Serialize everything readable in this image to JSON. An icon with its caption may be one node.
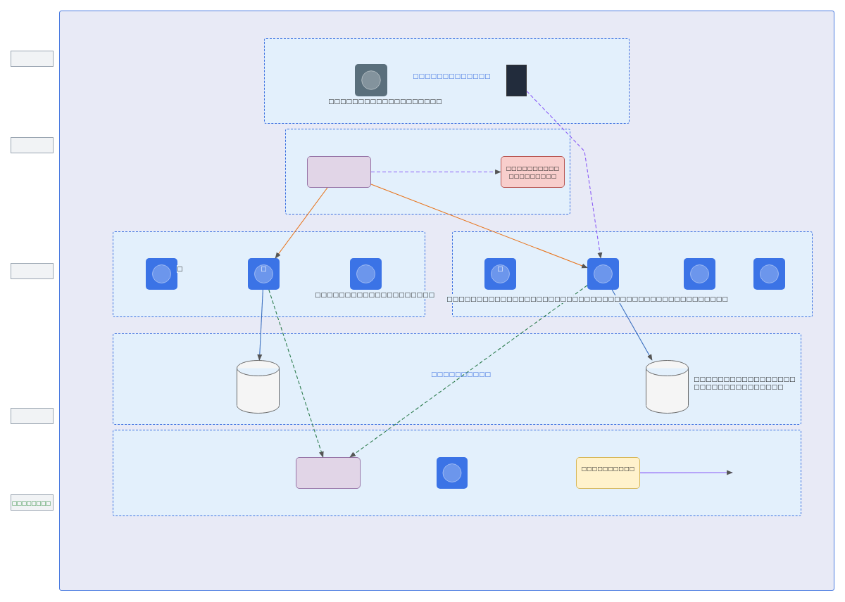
{
  "diagram": {
    "nodes": [
      {
        "text": [],
        "shape": "box"
      },
      {
        "text": [],
        "shape": "box"
      },
      {
        "text": [],
        "shape": "box"
      },
      {
        "text": [],
        "shape": "box"
      },
      {
        "text": [
          "□□□□□□□□"
        ]
      },
      {
        "text": [],
        "shape": "box"
      },
      {
        "text": [
          "□□□□□□□□□□□□□"
        ],
        "in": 5
      },
      {
        "text": [],
        "shape": "picture",
        "in": 6,
        "beside": [
          "□□□□□□□□□□□□□□□□□□□"
        ]
      },
      {
        "text": [],
        "shape": "box",
        "in": 6
      },
      {
        "text": [],
        "shape": "box",
        "in": 5
      },
      {
        "text": [],
        "shape": "box",
        "in": 9
      },
      {
        "text": [
          "□□□□□□□□□□□□□□□□□□□"
        ],
        "in": 9
      },
      {
        "text": [],
        "shape": "box",
        "in": 5
      },
      {
        "text": [],
        "shape": "picture",
        "in": 12,
        "beside": [
          "□"
        ]
      },
      {
        "text": [
          "□"
        ],
        "in": 12
      },
      {
        "text": [],
        "shape": "picture",
        "in": 12,
        "beside": [
          "□□□□□□□□□□□□□□□□□□□□"
        ]
      },
      {
        "text": [],
        "shape": "box",
        "in": 5
      },
      {
        "text": [
          "□"
        ],
        "in": 16
      },
      {
        "text": [],
        "shape": "picture",
        "in": 16,
        "beside": [
          "□□□□□□□□□□□□□□□□□□□□□□□□□□□□□□□□□□□□□□□□□□□□□□□"
        ]
      },
      {
        "text": [],
        "shape": "picture",
        "in": 16
      },
      {
        "text": [],
        "shape": "picture",
        "in": 16
      },
      {
        "text": [
          "□□□□□□□□□□"
        ],
        "in": 5
      },
      {
        "text": [],
        "shape": "cylinder",
        "in": 21
      },
      {
        "text": [],
        "shape": "cylinder",
        "in": 21,
        "beside": [
          "□□□□□□□□□□□□□□□□□□□□□□□□□□□□□□□□"
        ]
      },
      {
        "text": [],
        "shape": "box",
        "in": 5
      },
      {
        "text": [],
        "shape": "box",
        "in": 24
      },
      {
        "text": [],
        "shape": "picture",
        "in": 24
      },
      {
        "text": [
          "□□□□□□□□□□"
        ],
        "in": 24
      }
    ],
    "edges": [
      {
        "from": 8,
        "to": 18,
        "arrow": "to",
        "style": "dashed",
        "color": "#8b5cf6"
      },
      {
        "from": 10,
        "to": 11,
        "arrow": "to",
        "style": "dashed",
        "color": "#8b5cf6"
      },
      {
        "from": 10,
        "to": 14,
        "arrow": "to",
        "color": "#e8731a"
      },
      {
        "from": 10,
        "to": 18,
        "arrow": "to",
        "color": "#e8731a"
      },
      {
        "from": 14,
        "to": 22,
        "arrow": "to",
        "color": "#3b6fbf"
      },
      {
        "from": 14,
        "to": 25,
        "arrow": "to",
        "style": "dashed",
        "color": "#2e7d4f"
      },
      {
        "from": 18,
        "to": 23,
        "arrow": "to",
        "color": "#3b6fbf"
      },
      {
        "from": 18,
        "to": 25,
        "arrow": "to",
        "style": "dashed",
        "color": "#2e7d4f"
      },
      {
        "from": 27,
        "to": null,
        "arrow": "to",
        "color": "#8b5cf6"
      }
    ]
  }
}
